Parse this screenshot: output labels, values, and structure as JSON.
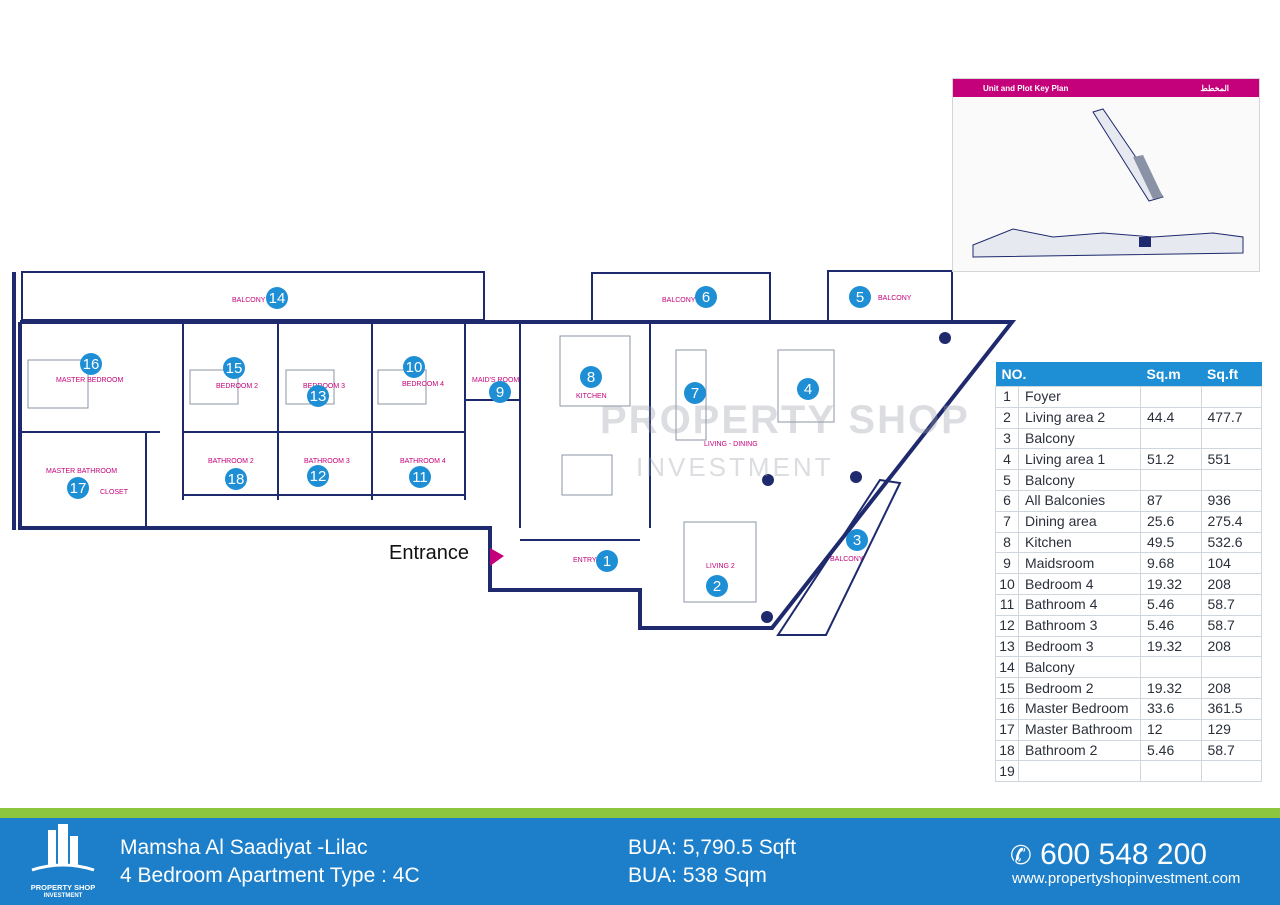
{
  "key_plan": {
    "title": "Unit and Plot Key Plan",
    "title_ar": "المخطط"
  },
  "entrance_label": "Entrance",
  "watermark": {
    "line1": "PROPERTY SHOP",
    "line2": "INVESTMENT"
  },
  "room_labels": {
    "balcony14": "BALCONY",
    "balcony6": "BALCONY",
    "balcony5": "BALCONY",
    "balcony3": "BALCONY",
    "master_bedroom": "MASTER BEDROOM",
    "bedroom2": "BEDROOM 2",
    "bedroom3": "BEDROOM 3",
    "bedroom4": "BEDROOM 4",
    "maids_room": "MAID'S ROOM",
    "kitchen": "KITCHEN",
    "living_dining": "LIVING - DINING",
    "master_bathroom": "MASTER BATHROOM",
    "closet": "CLOSET",
    "bathroom2": "BATHROOM 2",
    "bathroom3": "BATHROOM 3",
    "bathroom4": "BATHROOM 4",
    "entry": "ENTRY",
    "living2": "LIVING 2"
  },
  "markers": [
    "1",
    "2",
    "3",
    "4",
    "5",
    "6",
    "7",
    "8",
    "9",
    "10",
    "11",
    "12",
    "13",
    "14",
    "15",
    "16",
    "17",
    "18"
  ],
  "table": {
    "headers": [
      "NO.",
      "Sq.m",
      "Sq.ft"
    ],
    "rows": [
      {
        "no": "1",
        "name": "Foyer",
        "sqm": "",
        "sqft": ""
      },
      {
        "no": "2",
        "name": "Living area 2",
        "sqm": "44.4",
        "sqft": "477.7"
      },
      {
        "no": "3",
        "name": "Balcony",
        "sqm": "",
        "sqft": ""
      },
      {
        "no": "4",
        "name": "Living area 1",
        "sqm": "51.2",
        "sqft": "551"
      },
      {
        "no": "5",
        "name": "Balcony",
        "sqm": "",
        "sqft": ""
      },
      {
        "no": "6",
        "name": "All Balconies",
        "sqm": "87",
        "sqft": "936"
      },
      {
        "no": "7",
        "name": "Dining area",
        "sqm": "25.6",
        "sqft": "275.4"
      },
      {
        "no": "8",
        "name": "Kitchen",
        "sqm": "49.5",
        "sqft": "532.6"
      },
      {
        "no": "9",
        "name": "Maidsroom",
        "sqm": "9.68",
        "sqft": "104"
      },
      {
        "no": "10",
        "name": "Bedroom 4",
        "sqm": "19.32",
        "sqft": "208"
      },
      {
        "no": "11",
        "name": "Bathroom 4",
        "sqm": "5.46",
        "sqft": "58.7"
      },
      {
        "no": "12",
        "name": "Bathroom 3",
        "sqm": "5.46",
        "sqft": "58.7"
      },
      {
        "no": "13",
        "name": "Bedroom 3",
        "sqm": "19.32",
        "sqft": "208"
      },
      {
        "no": "14",
        "name": "Balcony",
        "sqm": "",
        "sqft": ""
      },
      {
        "no": "15",
        "name": "Bedroom 2",
        "sqm": "19.32",
        "sqft": "208"
      },
      {
        "no": "16",
        "name": "Master Bedroom",
        "sqm": "33.6",
        "sqft": "361.5"
      },
      {
        "no": "17",
        "name": "Master Bathroom",
        "sqm": "12",
        "sqft": "129"
      },
      {
        "no": "18",
        "name": "Bathroom 2",
        "sqm": "5.46",
        "sqft": "58.7"
      },
      {
        "no": "19",
        "name": "",
        "sqm": "",
        "sqft": ""
      }
    ]
  },
  "footer": {
    "logo_line1": "PROPERTY SHOP",
    "logo_line2": "INVESTMENT",
    "project": "Mamsha Al Saadiyat -Lilac",
    "unit_type": "4 Bedroom Apartment Type : 4C",
    "bua_sqft": "BUA: 5,790.5 Sqft",
    "bua_sqm": "BUA: 538 Sqm",
    "phone": "600 548 200",
    "website": "www.propertyshopinvestment.com"
  },
  "colors": {
    "wall": "#1f2a6e",
    "marker": "#1e8fd5",
    "label": "#c4007a",
    "footer": "#1d7fc9",
    "accent": "#8cc63f"
  }
}
